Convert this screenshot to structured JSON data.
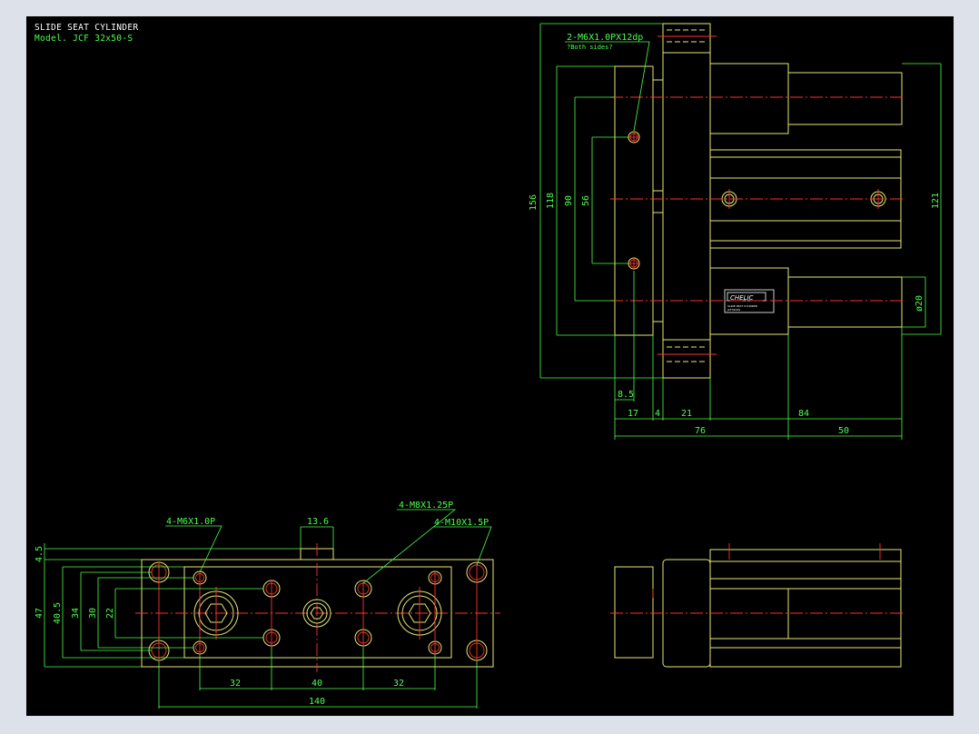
{
  "drawing": {
    "title": "SLIDE SEAT CYLINDER",
    "model": "Model. JCF 32x50-S"
  },
  "callouts": {
    "side_thread": "2-M6X1.0PX12dp",
    "side_thread_note": "?Both sides?",
    "m6": "4-M6X1.0P",
    "m8": "4-M8X1.25P",
    "m10": "4-M10X1.5P"
  },
  "dims": {
    "d156": "156",
    "d118": "118",
    "d90": "90",
    "d56": "56",
    "d121": "121",
    "d20": "ø20",
    "d8_5": "8.5",
    "d17": "17",
    "d4": "4",
    "d21": "21",
    "d84": "84",
    "d76": "76",
    "d50": "50",
    "d13_6": "13.6",
    "d4_5": "4.5",
    "d47": "47",
    "d40_5": "40.5",
    "d34": "34",
    "d30": "30",
    "d22": "22",
    "d32a": "32",
    "d40": "40",
    "d32b": "32",
    "d140": "140"
  },
  "label_plate": {
    "brand": "CHELIC",
    "line1": "SLIDE SEAT CYLINDER",
    "line2": "JCF32x50"
  },
  "colors": {
    "background": "#000000",
    "frame": "#dde1ea",
    "outline": "#e6e676",
    "dimension": "#4cff4c",
    "centerline": "#ff3030",
    "title": "#ffffff"
  }
}
